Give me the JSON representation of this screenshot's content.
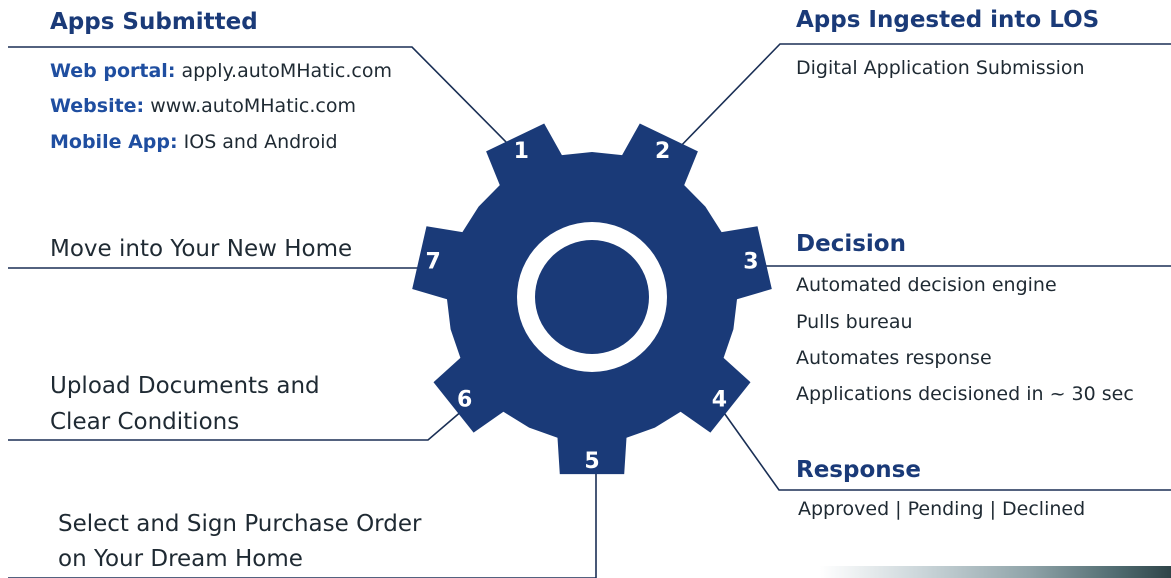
{
  "steps": [
    {
      "number": "1",
      "heading": "Apps Submitted",
      "lines": [
        {
          "label": "Web portal:",
          "value": " apply.autoMHatic.com"
        },
        {
          "label": "Website:",
          "value": " www.autoMHatic.com"
        },
        {
          "label": "Mobile App:",
          "value": " IOS and Android"
        }
      ]
    },
    {
      "number": "2",
      "heading": "Apps Ingested into LOS",
      "lines": [
        "Digital Application Submission"
      ]
    },
    {
      "number": "3",
      "heading": "Decision",
      "lines": [
        "Automated decision engine",
        "Pulls bureau",
        "Automates response",
        "Applications decisioned in ~ 30 sec"
      ]
    },
    {
      "number": "4",
      "heading": "Response",
      "lines": [
        "Approved | Pending | Declined"
      ]
    },
    {
      "number": "5",
      "text": [
        "Select and Sign Purchase Order",
        "on Your Dream Home"
      ]
    },
    {
      "number": "6",
      "text": [
        "Upload Documents and",
        "Clear Conditions"
      ]
    },
    {
      "number": "7",
      "text": [
        "Move into Your New Home"
      ]
    }
  ],
  "colors": {
    "gear": "#1a3a78",
    "heading": "#1a3a78",
    "label": "#1f4ea0",
    "body_text": "#1f2a33",
    "connector": "#1a2f55"
  }
}
